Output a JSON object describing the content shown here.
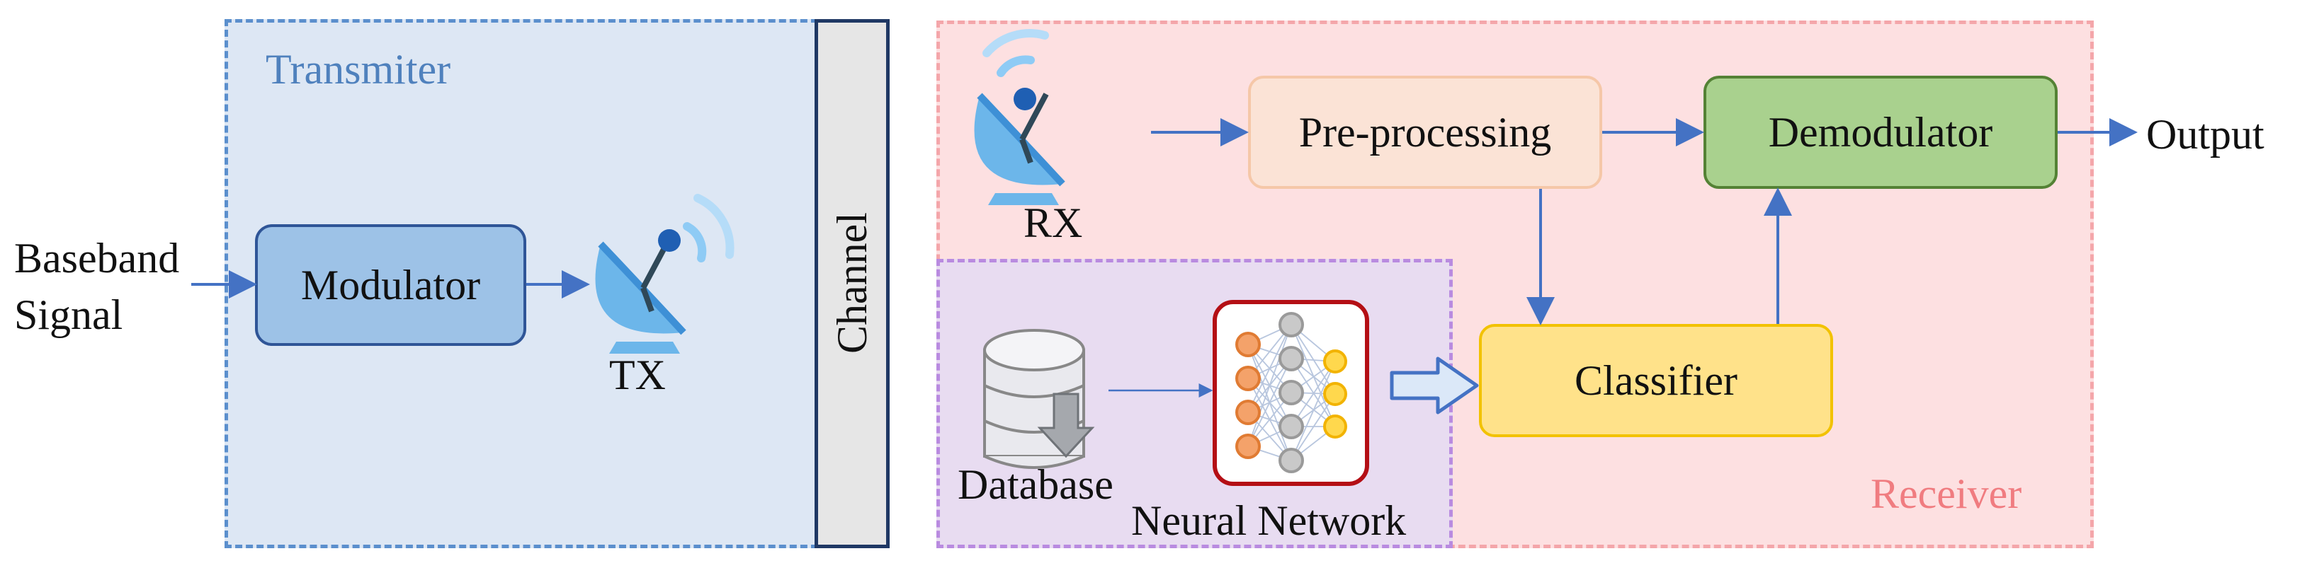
{
  "transmitter": {
    "title": "Transmiter",
    "input_label_line1": "Baseband",
    "input_label_line2": "Signal",
    "modulator_label": "Modulator",
    "antenna_label": "TX"
  },
  "channel": {
    "label": "Channel"
  },
  "receiver": {
    "title": "Receiver",
    "antenna_label": "RX",
    "preprocessing_label": "Pre-processing",
    "demodulator_label": "Demodulator",
    "classifier_label": "Classifier",
    "output_label": "Output",
    "database_label": "Database",
    "neural_network_label": "Neural Network"
  },
  "colors": {
    "transmitter_region": "#dde7f4",
    "receiver_region": "#fde0e1",
    "nn_region": "#e8dcf1",
    "arrow": "#4472c4",
    "modulator": "#9dc2e7",
    "preprocessing": "#fbe3d6",
    "demodulator": "#a9d18e",
    "classifier": "#ffe28a"
  },
  "icons": {
    "tx_antenna": "satellite-dish-icon",
    "rx_antenna": "satellite-dish-icon",
    "database": "database-icon",
    "neural_network": "neural-network-icon"
  }
}
